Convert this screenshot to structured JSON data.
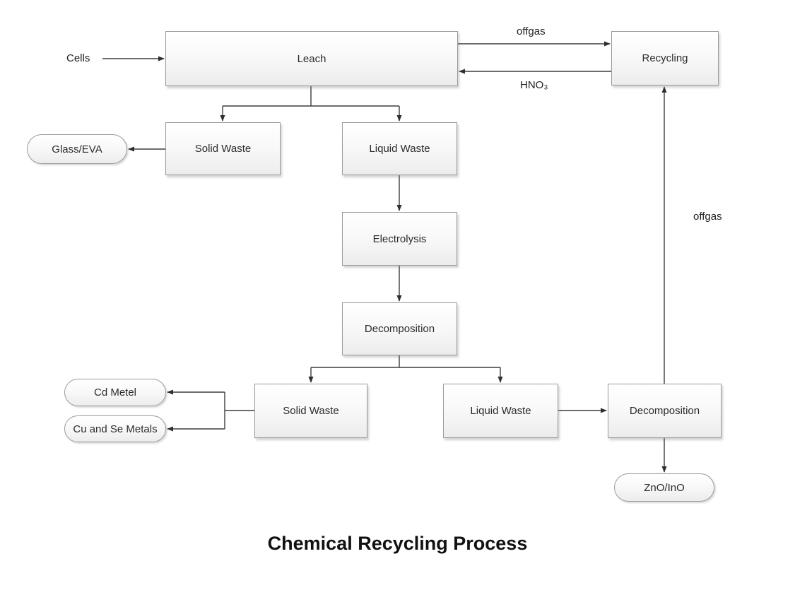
{
  "title": "Chemical Recycling Process",
  "nodes": {
    "leach": "Leach",
    "recycling": "Recycling",
    "solid_waste_1": "Solid Waste",
    "liquid_waste_1": "Liquid Waste",
    "glass_eva": "Glass/EVA",
    "electrolysis": "Electrolysis",
    "decomposition_1": "Decomposition",
    "solid_waste_2": "Solid Waste",
    "liquid_waste_2": "Liquid Waste",
    "cd_metel": "Cd Metel",
    "cu_se_metals": "Cu and Se Metals",
    "decomposition_2": "Decomposition",
    "zno_ino": "ZnO/InO"
  },
  "edge_labels": {
    "cells": "Cells",
    "offgas_top": "offgas",
    "hno3": "HNO₃",
    "offgas_right": "offgas"
  }
}
